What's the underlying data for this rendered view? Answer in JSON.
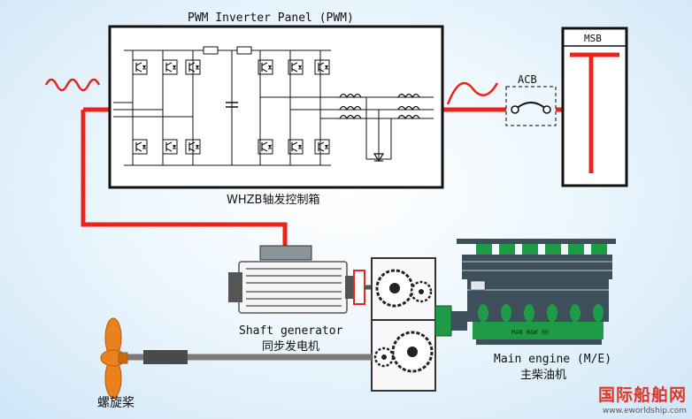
{
  "labels": {
    "inverter_title": "PWM Inverter Panel (PWM)",
    "inverter_caption": "WHZB轴发控制箱",
    "msb": "MSB",
    "acb": "ACB",
    "shaft_generator_en": "Shaft generator",
    "shaft_generator_cn": "同步发电机",
    "main_engine_en": "Main engine (M/E)",
    "main_engine_cn": "主柴油机",
    "propeller_cn": "螺旋桨",
    "engine_plate": "MAN B&W  8G"
  },
  "watermark": {
    "cn": "国际船舶网",
    "en": "www.eworldship.com"
  },
  "colors": {
    "power_line": "#e8241b",
    "frame": "#111111",
    "engine_green": "#1f9a46",
    "engine_body": "#3d4f5a",
    "propeller": "#e9821e",
    "shaft": "#7a7a7a",
    "gear": "#444444"
  },
  "icons": [
    "sine-wave-icon",
    "diode-icon",
    "igbt-icon",
    "inductor-icon",
    "capacitor-icon",
    "breaker-icon",
    "gear-icon",
    "propeller-icon"
  ]
}
